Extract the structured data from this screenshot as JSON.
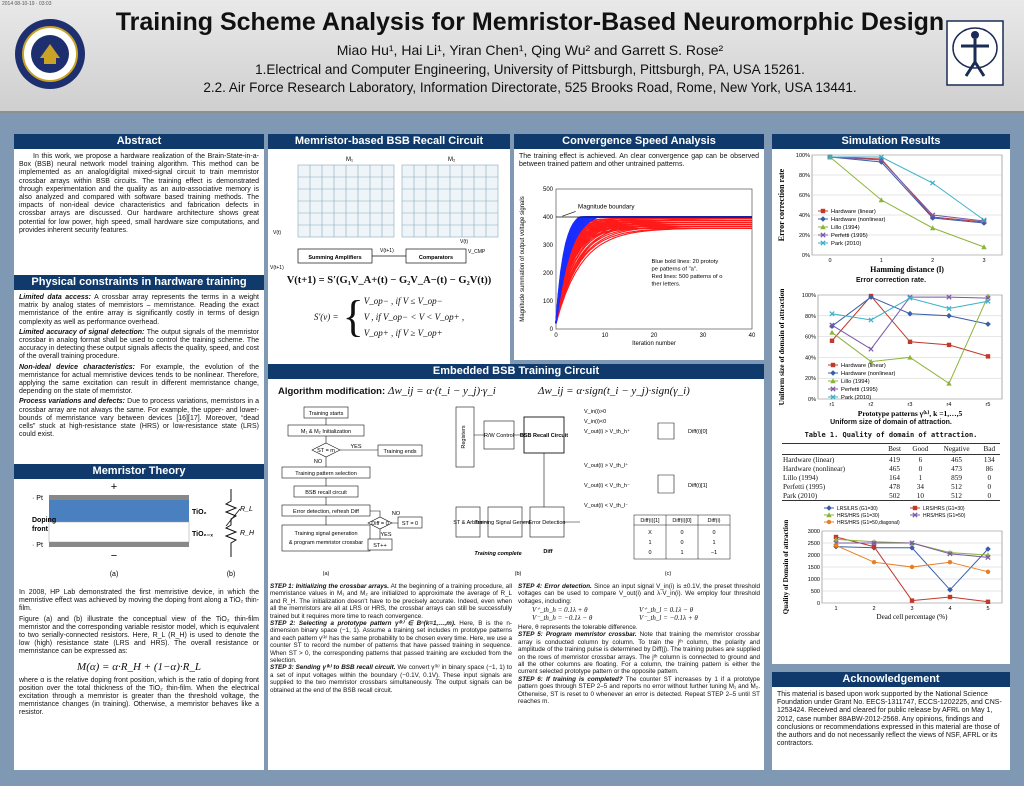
{
  "header": {
    "tag": "2014 08-10-19 · 03:03",
    "title": "Training Scheme Analysis for Memristor-Based Neuromorphic Design",
    "authors": "Miao Hu¹, Hai Li¹, Yiran Chen¹, Qing Wu² and Garrett S. Rose²",
    "affil1": "1.Electrical and Computer Engineering, University of Pittsburgh, Pittsburgh, PA, USA 15261.",
    "affil2": "2.2. Air Force Research Laboratory, Information Directorate, 525 Brooks Road, Rome, New York, USA 13441."
  },
  "abstract": {
    "title": "Abstract",
    "text": "In this work, we propose a hardware realization of the Brain-State-in-a-Box (BSB) neural network model training algorithm. This method can be implemented as an analog/digital mixed-signal circuit to train memristor crossbar arrays within BSB circuits. The training effect is demonstrated through experimentation and the quality as an auto-associative memory is also analyzed and compared with software based training methods. The impacts of non-ideal device characteristics and fabrication defects in crossbar arrays are discussed. Our hardware architecture shows great potential for low power, high speed, small hardware size computations, and provides inherent security features."
  },
  "physical": {
    "title": "Physical constraints in hardware training",
    "items": [
      {
        "head": "Limited data access:",
        "body": "A crossbar array represents the terms in a weight matrix by analog states of memristors – memristance. Reading the exact memristance of the entire array is significantly costly in terms of design complexity as well as performance overhead."
      },
      {
        "head": "Limited accuracy of signal detection:",
        "body": "The output signals of the memristor crossbar in analog format shall be used to control the training scheme. The accuracy in detecting these output signals affects the quality, speed, and cost of the overall training procedure."
      },
      {
        "head": "Non-ideal device characteristics:",
        "body": "For example, the evolution of the memristance for actual memristive devices tends to be nonlinear. Therefore, applying the same excitation can result in different memristance change, depending on the state of memristor."
      },
      {
        "head": "Process variations and defects:",
        "body": "Due to process variations, memristors in a crossbar array are not always the same. For example, the upper- and lower-bounds of memristance vary between devices [16][17]. Moreover, “dead cells” stuck at high-resistance state (HRS) or low-resistance state (LRS) could exist."
      }
    ]
  },
  "memtheory": {
    "title": "Memristor Theory",
    "fig": {
      "plus": "+",
      "minus": "−",
      "pt1": "· Pt",
      "pt2": "· Pt",
      "doping": "Doping\nfront",
      "tio2": "TiO₂",
      "tio2x": "TiO₂₋ₓ",
      "rl": "R_L",
      "rh": "R_H",
      "a": "(a)",
      "b": "(b)"
    },
    "p1": "In 2008, HP Lab demonstrated the first memristive device, in which the memristive effect was achieved by moving the doping front along a TiO₂ thin-film.",
    "p2": "Figure (a) and (b) illustrate the conceptual view of the TiO₂ thin-film memristor and the corresponding variable resistor model, which is equivalent to two serially-connected resistors. Here, R_L (R_H) is used to denote the low (high) resistance state (LRS and HRS). The overall resistance or memristance can be expressed as:",
    "eq": "M(α) = α·R_H + (1−α)·R_L",
    "p3": "where α is the relative doping front position, which is the ratio of doping front position over the total thickness of the TiO₂ thin-film. When the electrical excitation through a memristor is greater than the threshold voltage, the memristance changes (in training). Otherwise, a memristor behaves like a resistor."
  },
  "recall": {
    "title": "Memristor-based BSB Recall Circuit",
    "labels": {
      "m1": "M₁",
      "m2": "M₂",
      "vin": "V(t)",
      "sa": "Summing Amplifiers",
      "cmp": "Comparators",
      "vt1": "V(t+1)",
      "vt1b": "V(t+1)",
      "vout": "V(t)",
      "vcmp": "V_CMP"
    },
    "eq1": "V(t+1) = S′(G₁V_A+(t) − G₂V_A−(t) − G₂V(t))",
    "eq2": {
      "lhs": "S′(v) =",
      "r1": "V_op− ,    if V ≤ V_op−",
      "r2": "V ,        if V_op− < V < V_op+ ,",
      "r3": "V_op+ ,    if V ≥ V_op+"
    }
  },
  "convergence": {
    "title": "Convergence Speed Analysis",
    "text": "The training effect is achieved. An clear convergence gap can be observed between trained pattern and other untrained patterns.",
    "ylabel": "Magnitude summation of output voltage signals",
    "xlabel": "Iteration number",
    "annot1": "Magnitude boundary",
    "annot2": "Blue bold lines: 20 prototype patterns of \"a\".\nRed lines: 500 patterns of other letters."
  },
  "embedded": {
    "title": "Embedded BSB Training Circuit",
    "alg_label": "Algorithm modification:",
    "eq_a": "Δw_ij = α·(t_i − y_j)·γ_i",
    "eq_b": "Δw_ij = α·sign(t_i − y_j)·sign(γ_i)",
    "flow": [
      "Training starts",
      "M₁ & M₂ Initialization",
      "ST = m",
      "Training ends",
      "Training pattern selection",
      "BSB recall circuit",
      "Error detection, refresh Diff",
      "Training signal generation & program memristor crossbar",
      "Diff = 0",
      "ST = 0",
      "ST++",
      "YES",
      "NO",
      "YES",
      "NO",
      "(a)"
    ],
    "block": {
      "regs": "Registers",
      "rw": "R/W Control",
      "bsb": "BSB Recall Circuit",
      "st": "ST & Arbiter",
      "tsg": "Training Signal Generate",
      "ed": "Error Detection",
      "tc": "Training complete",
      "diff": "Diff",
      "b": "(b)"
    },
    "cond": [
      "V_in(i)>0",
      "V_in(i)<0",
      "V_out(i) > V_th_h⁺",
      "V_out(i) > V_th_l⁺",
      "V_out(i) < V_th_h⁻",
      "V_out(i) < V_th_l⁻",
      "Diff(i)[0]",
      "Diff(i)[1]",
      "(c)"
    ],
    "table": {
      "headers": [
        "Diff(i)[1]",
        "Diff(i)[0]",
        "Diff(i)"
      ],
      "rows": [
        [
          "X",
          "0",
          "0"
        ],
        [
          "1",
          "0",
          "1"
        ],
        [
          "0",
          "1",
          "−1"
        ]
      ]
    }
  },
  "steps": {
    "s1h": "STEP 1: Initializing the crossbar arrays.",
    "s1": "At the beginning of a training procedure, all memristance values in M₁ and M₂ are initialized to approximate the average of R_L and R_H. The initialization doesn't have to be precisely accurate. Indeed, even when all the memristors are all at LRS or HRS, the crossbar arrays can still be successfully trained but it requires more time to reach convergence.",
    "s2h": "STEP 2: Selecting a prototype pattern γ⁽ᵏ⁾ ∈ Bⁿ(k=1,…,m).",
    "s2": "Here, B is the n-dimension binary space (−1, 1). Assume a training set includes m prototype patterns and each pattern γ⁽ᵏ⁾ has the same probability to be chosen every time. Here, we use a counter ST to record the number of patterns that have passed training in sequence. When ST > 0, the corresponding patterns that passed training are excluded from the selection.",
    "s3h": "STEP 3: Sending γ⁽ᵏ⁾ to BSB recall circuit.",
    "s3": "We convert γ⁽ᵏ⁾ in binary space (−1, 1) to a set of input voltages within the boundary (−0.1V, 0.1V). These input signals are supplied to the two memristor crossbars simultaneously. The output signals can be obtained at the end of the BSB recall circuit.",
    "s4h": "STEP 4: Error detection.",
    "s4": "Since an input signal V_in(i) is ±0.1V, the preset threshold voltages can be used to compare V_out(i) and λ·V_in(i). We employ four threshold voltages, including:",
    "th": [
      "V⁺_th_h = 0.1λ + θ",
      "V⁺_th_l = 0.1λ − θ",
      "V⁻_th_h = −0.1λ − θ",
      "V⁻_th_l = −0.1λ + θ"
    ],
    "theta": "Here, θ represents the tolerable difference.",
    "s5h": "STEP 5: Program memristor crossbar.",
    "s5": "Note that training the memristor crossbar array is conducted column by column. To train the jᵗʰ column, the polarity and amplitude of the training pulse is determined by Diff(j). The training pulses are supplied on the rows of memristor crossbar arrays. The jᵗʰ column is connected to ground and all the other columns are floating. For a column, the training pattern is either the current selected prototype pattern or the opposite pattern.",
    "s6h": "STEP 6: If training is completed?",
    "s6": "The counter ST increases by 1 if a prototype pattern goes through STEP 2–5 and reports no error without further tuning M₁ and M₂. Otherwise, ST is reset to 0 whenever an error is detected. Repeat STEP 2–5 until ST reaches m."
  },
  "results": {
    "title": "Simulation Results",
    "chart1_caption": "Error correction rate.",
    "chart2_caption": "Uniform size of domain of attraction.",
    "table_caption": "Table 1. Quality of domain of attraction.",
    "table": {
      "headers": [
        "",
        "Best",
        "Good",
        "Negative",
        "Bad"
      ],
      "rows": [
        [
          "Hardware (linear)",
          "419",
          "6",
          "465",
          "134"
        ],
        [
          "Hardware (nonlinear)",
          "465",
          "0",
          "473",
          "86"
        ],
        [
          "Lillo (1994)",
          "164",
          "1",
          "859",
          "0"
        ],
        [
          "Perfetti (1995)",
          "478",
          "34",
          "512",
          "0"
        ],
        [
          "Park (2010)",
          "502",
          "10",
          "512",
          "0"
        ]
      ]
    }
  },
  "chart_data": [
    {
      "type": "line",
      "ylabel": "Error correction rate",
      "xlabel": "Hamming distance (l)",
      "x": [
        0,
        1,
        2,
        3
      ],
      "ylim": [
        0,
        100
      ],
      "yticks": [
        "0%",
        "20%",
        "40%",
        "60%",
        "80%",
        "100%"
      ],
      "xticks": [
        "0",
        "1",
        "2",
        "3"
      ],
      "series": [
        {
          "name": "Hardware (linear)",
          "color": "#c0392b",
          "marker": "square",
          "values": [
            98,
            96,
            38,
            33
          ]
        },
        {
          "name": "Hardware (nonlinear)",
          "color": "#3a5fa8",
          "marker": "diamond",
          "values": [
            98,
            93,
            37,
            32
          ]
        },
        {
          "name": "Lillo (1994)",
          "color": "#8db43a",
          "marker": "triangle",
          "values": [
            98,
            55,
            27,
            8
          ]
        },
        {
          "name": "Perfetti (1995)",
          "color": "#7b57a8",
          "marker": "x",
          "values": [
            98,
            95,
            40,
            34
          ]
        },
        {
          "name": "Park (2010)",
          "color": "#3ab0c9",
          "marker": "star",
          "values": [
            98,
            98,
            72,
            35
          ]
        }
      ],
      "legend": "center-left"
    },
    {
      "type": "line",
      "ylabel": "Uniform size of domain of attraction",
      "xlabel": "Prototype patterns γ⁽ᵏ⁾, k =1,…,5",
      "x": [
        "r1",
        "r2",
        "r3",
        "r4",
        "r5"
      ],
      "ylim": [
        0,
        100
      ],
      "yticks": [
        "0%",
        "20%",
        "40%",
        "60%",
        "80%",
        "100%"
      ],
      "series": [
        {
          "name": "Hardware (linear)",
          "color": "#c0392b",
          "marker": "square",
          "values": [
            56,
            99,
            55,
            52,
            41
          ]
        },
        {
          "name": "Hardware (nonlinear)",
          "color": "#3a5fa8",
          "marker": "diamond",
          "values": [
            70,
            98,
            82,
            80,
            72
          ]
        },
        {
          "name": "Lillo (1994)",
          "color": "#8db43a",
          "marker": "triangle",
          "values": [
            64,
            36,
            40,
            15,
            99
          ]
        },
        {
          "name": "Perfetti (1995)",
          "color": "#7b57a8",
          "marker": "x",
          "values": [
            71,
            48,
            98,
            98,
            97
          ]
        },
        {
          "name": "Park (2010)",
          "color": "#3ab0c9",
          "marker": "star",
          "values": [
            82,
            76,
            97,
            87,
            94
          ]
        }
      ],
      "legend": "bottom-center"
    },
    {
      "type": "line",
      "ylabel": "Quality of Domain of attraction",
      "xlabel": "Dead cell percentage (%)",
      "x": [
        1,
        2,
        3,
        4,
        5
      ],
      "ylim": [
        0,
        3000
      ],
      "yticks": [
        "0",
        "500",
        "1000",
        "1500",
        "2000",
        "2500",
        "3000"
      ],
      "series": [
        {
          "name": "LRS/LRS (G1=30)",
          "color": "#3a5fa8",
          "marker": "diamond",
          "values": [
            2350,
            2300,
            2300,
            550,
            2250
          ]
        },
        {
          "name": "LRS/HRS (G1=30)",
          "color": "#c0392b",
          "marker": "square",
          "values": [
            2750,
            2350,
            100,
            250,
            50
          ]
        },
        {
          "name": "HRS/HRS (G1=30)",
          "color": "#8db43a",
          "marker": "triangle",
          "values": [
            2650,
            2550,
            2500,
            2100,
            2000
          ]
        },
        {
          "name": "HRS/HRS (G1=50)",
          "color": "#7b57a8",
          "marker": "x",
          "values": [
            2500,
            2500,
            2500,
            2050,
            1900
          ]
        },
        {
          "name": "HRS/HRS (G1=50,diagonal)",
          "color": "#e67e22",
          "marker": "circle",
          "values": [
            2400,
            1700,
            1500,
            1700,
            1300
          ]
        }
      ],
      "legend": "top"
    },
    {
      "type": "line",
      "ylabel": "Magnitude summation of output voltage signals",
      "xlabel": "Iteration number",
      "x": [
        0,
        10,
        20,
        30,
        40
      ],
      "ylim": [
        0,
        500
      ],
      "xlim": [
        0,
        40
      ],
      "yticks": [
        "0",
        "100",
        "200",
        "300",
        "400",
        "500"
      ],
      "series": [
        {
          "name": "Blue bold lines: 20 prototype patterns of \"a\"",
          "color": "#1a2dff"
        },
        {
          "name": "Red lines: 500 patterns of other letters",
          "color": "#ff1a1a"
        }
      ]
    }
  ],
  "ack": {
    "title": "Acknowledgement",
    "text": "This material is based upon work supported by the National Science Foundation under Grant No. EECS-1311747, ECCS-1202225, and CNS-1253424. Received and cleared for public release by AFRL on May 1, 2012, case number 88ABW-2012-2568. Any opinions, findings and conclusions or recommendations expressed in this material are those of the authors and do not necessarily reflect the views of NSF, AFRL or its contractors."
  }
}
